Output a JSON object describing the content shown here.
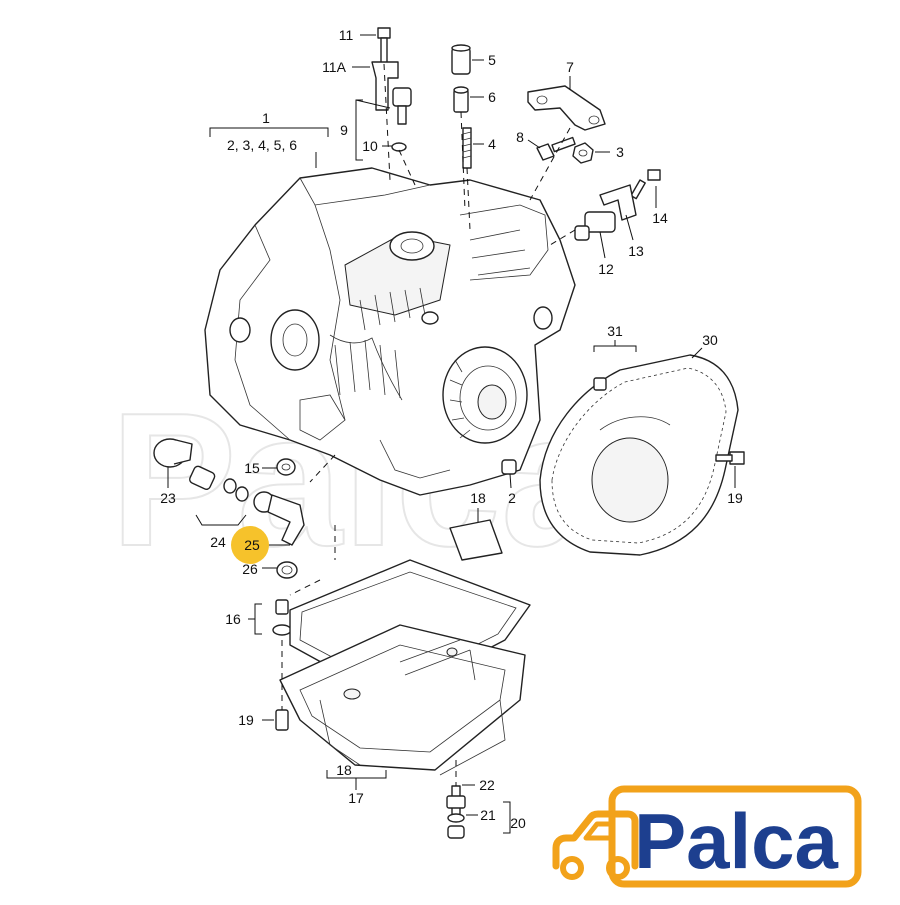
{
  "callouts": {
    "c1": "1",
    "c1_list": "2, 3, 4, 5, 6",
    "c2": "2",
    "c3": "3",
    "c4": "4",
    "c5": "5",
    "c6": "6",
    "c7": "7",
    "c8": "8",
    "c9": "9",
    "c10": "10",
    "c11": "11",
    "c11a": "11A",
    "c12": "12",
    "c13": "13",
    "c14": "14",
    "c15": "15",
    "c16": "16",
    "c17": "17",
    "c18_top": "18",
    "c18_bottom": "18",
    "c19_right": "19",
    "c19_left": "19",
    "c20": "20",
    "c21": "21",
    "c22": "22",
    "c23": "23",
    "c24": "24",
    "c25": "25",
    "c26": "26",
    "c30": "30",
    "c31": "31"
  },
  "highlight": {
    "callout": "25",
    "color": "#f6c22b"
  },
  "logo": {
    "text": "Palca",
    "text_color": "#1d3f8f",
    "car_color": "#f2a21a"
  },
  "watermark": {
    "text": "Palca"
  }
}
